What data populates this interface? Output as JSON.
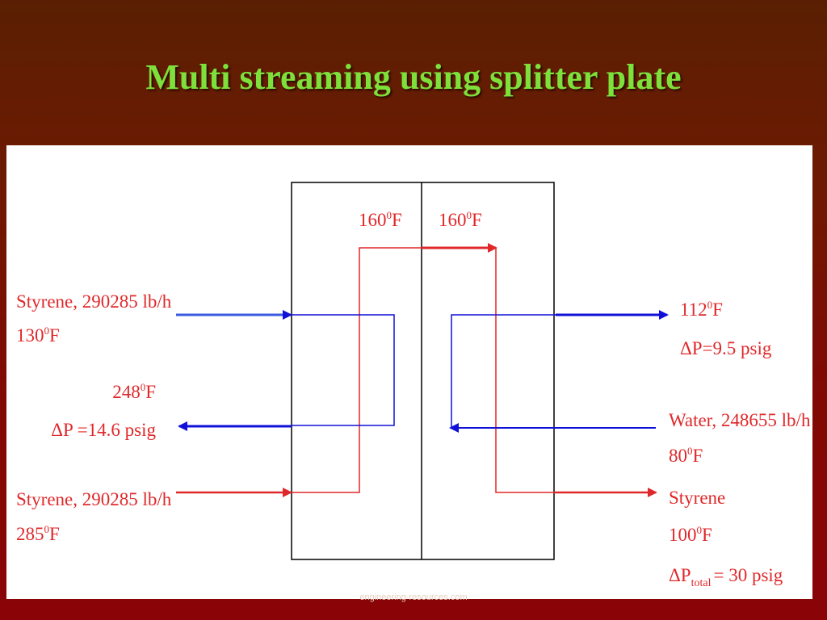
{
  "slide": {
    "title": "Multi streaming using splitter plate",
    "footer": "engineering-resources.com"
  },
  "diagram": {
    "top_temp_left": {
      "value": "160",
      "sup": "0",
      "unit": "F"
    },
    "top_temp_right": {
      "value": "160",
      "sup": "0",
      "unit": "F"
    },
    "styrene_in_top": {
      "line1": "Styrene, 290285 lb/h",
      "value": "130",
      "sup": "0",
      "unit": "F"
    },
    "styrene_out": {
      "value": "248",
      "sup": "0",
      "unit": "F",
      "dp": "ΔP =14.6 psig"
    },
    "styrene_in_bottom": {
      "line1": "Styrene, 290285 lb/h",
      "value": "285",
      "sup": "0",
      "unit": "F"
    },
    "water_out": {
      "value": "112",
      "sup": "0",
      "unit": "F",
      "dp": "ΔP=9.5 psig"
    },
    "water_in": {
      "line1": "Water,  248655 lb/h",
      "value": "80",
      "sup": "0",
      "unit": "F"
    },
    "styrene_right": {
      "line1": "Styrene",
      "value": "100",
      "sup": "0",
      "unit": "F",
      "dp_prefix": "ΔP",
      "dp_sub": "total",
      "dp_suffix": "= 30 psig"
    }
  },
  "colors": {
    "hot": "#e0282a",
    "cold": "#1010d8",
    "title": "#7ee03a"
  }
}
